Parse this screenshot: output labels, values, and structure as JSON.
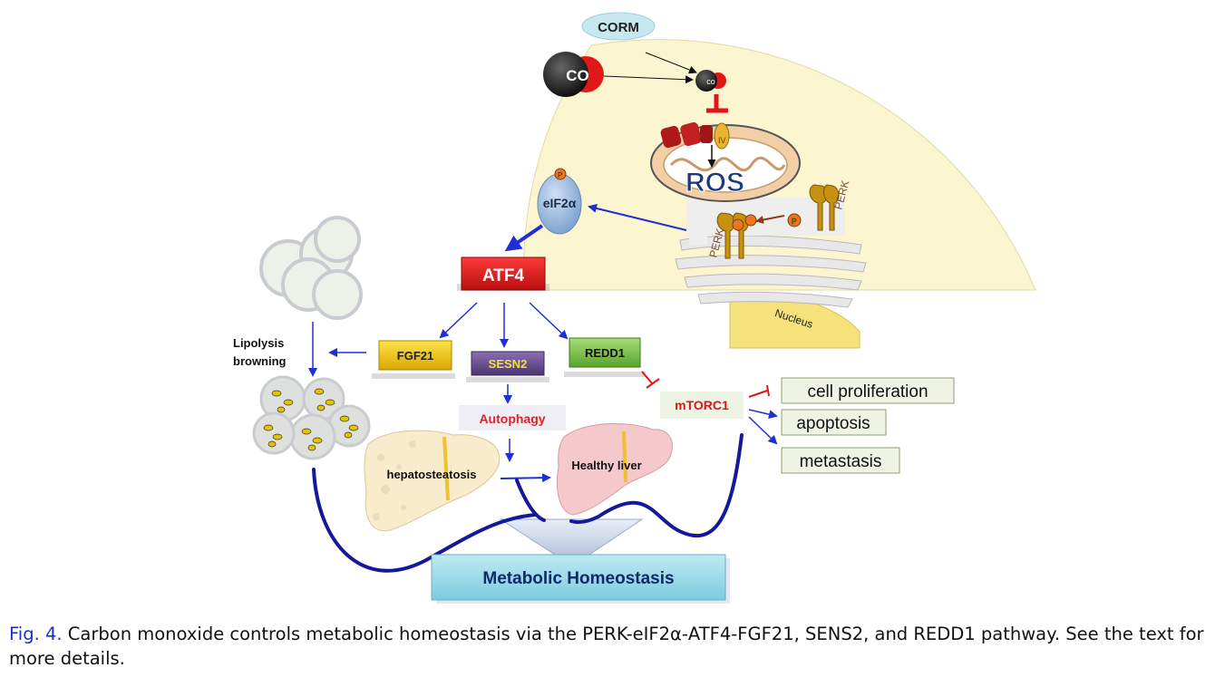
{
  "figure": {
    "labels": {
      "corm": "CORM",
      "co": "CO",
      "co_small": "co",
      "complex_iv": "IV",
      "ros": "ROS",
      "eif2a": "eIF2α",
      "phospho": "P",
      "perk": "PERK",
      "nucleus": "Nucleus",
      "atf4": "ATF4",
      "fgf21": "FGF21",
      "sesn2": "SESN2",
      "redd1": "REDD1",
      "lipolysis": "Lipolysis",
      "browning": "browning",
      "autophagy": "Autophagy",
      "mtorc1": "mTORC1",
      "cell_proliferation": "cell proliferation",
      "apoptosis": "apoptosis",
      "metastasis": "metastasis",
      "hepatosteatosis": "hepatosteatosis",
      "healthy_liver": "Healthy liver",
      "metabolic_homeostasis": "Metabolic Homeostasis"
    },
    "colors": {
      "arrow_blue": "#1f2fd6",
      "inhibit_red": "#e0141b",
      "atf4_red": "#e02020",
      "fgf21_yellow": "#f2c400",
      "sesn2_purple": "#6a4f8c",
      "redd1_green": "#7cc04a",
      "cell_bg": "#fbf6cf",
      "outcome_box": "#eef4e4",
      "curve": "#14199a"
    }
  },
  "caption": {
    "fig_label": "Fig. 4.",
    "text": " Carbon monoxide controls metabolic homeostasis via the PERK-eIF2α-ATF4-FGF21, SENS2, and REDD1 pathway. See the text for more details."
  }
}
